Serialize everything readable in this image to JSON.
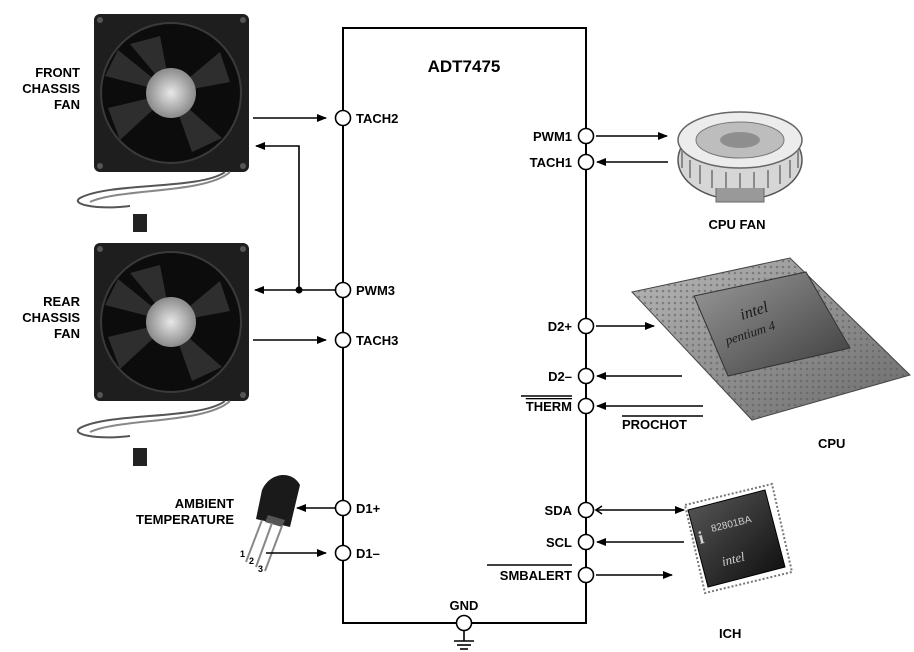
{
  "chip": {
    "name": "ADT7475"
  },
  "left_pins": {
    "tach2": "TACH2",
    "pwm3": "PWM3",
    "tach3": "TACH3",
    "d1plus": "D1+",
    "d1minus": "D1–"
  },
  "right_pins": {
    "pwm1": "PWM1",
    "tach1": "TACH1",
    "d2plus": "D2+",
    "d2minus": "D2–",
    "therm": "THERM",
    "sda": "SDA",
    "scl": "SCL",
    "smbalert": "SMBALERT"
  },
  "bottom": {
    "gnd": "GND"
  },
  "components": {
    "front_fan": [
      "FRONT",
      "CHASSIS",
      "FAN"
    ],
    "rear_fan": [
      "REAR",
      "CHASSIS",
      "FAN"
    ],
    "ambient": [
      "AMBIENT",
      "TEMPERATURE"
    ],
    "transistor_pins": [
      "1",
      "2",
      "3"
    ],
    "cpu_fan": "CPU FAN",
    "cpu": "CPU",
    "cpu_marking": [
      "intel",
      "pentium 4"
    ],
    "prochot": "PROCHOT",
    "ich": "ICH",
    "ich_marking": [
      "i",
      "82801BA",
      "intel"
    ]
  }
}
